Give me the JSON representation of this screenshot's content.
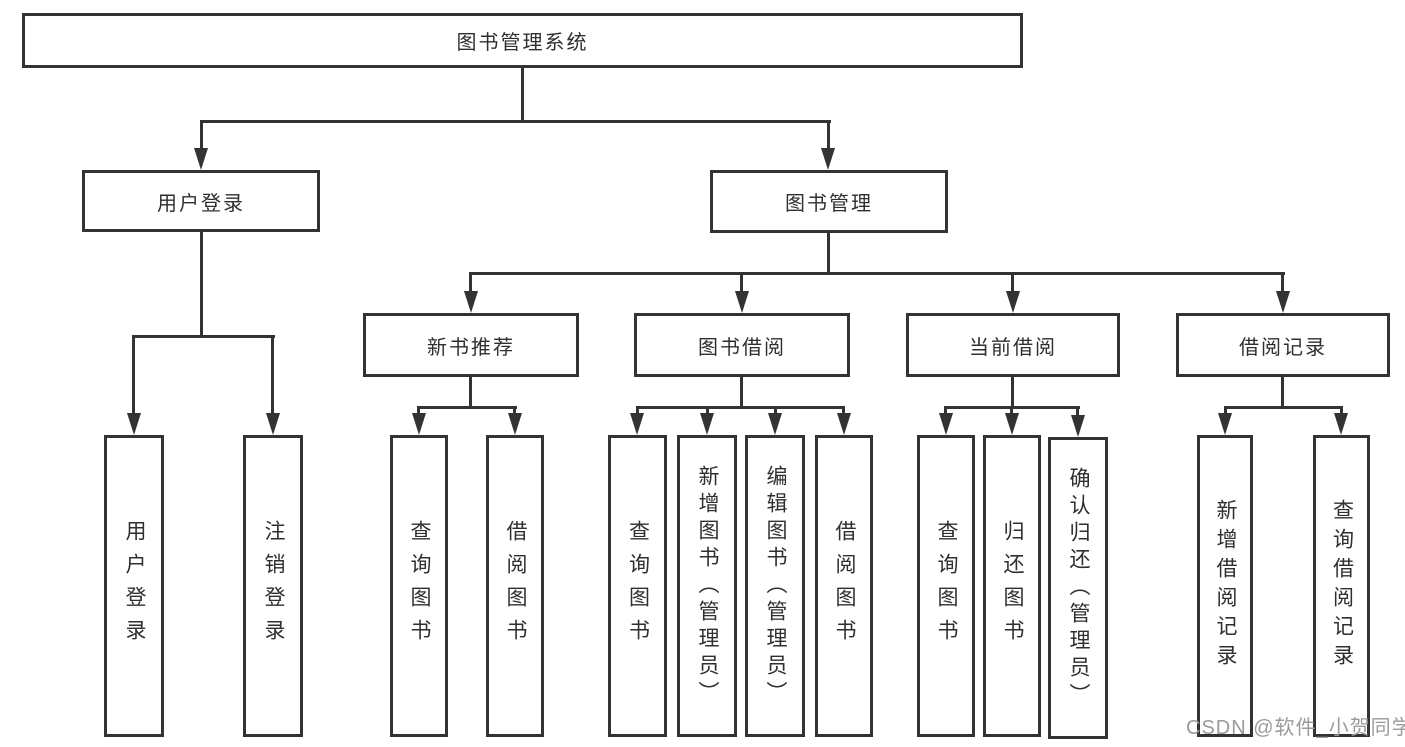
{
  "tree": {
    "root": "图书管理系统",
    "branches": [
      {
        "label": "用户登录",
        "children": [
          "用户登录",
          "注销登录"
        ]
      },
      {
        "label": "图书管理",
        "sections": [
          {
            "label": "新书推荐",
            "children": [
              "查询图书",
              "借阅图书"
            ]
          },
          {
            "label": "图书借阅",
            "children": [
              "查询图书",
              "新增图书（管理员）",
              "编辑图书（管理员）",
              "借阅图书"
            ]
          },
          {
            "label": "当前借阅",
            "children": [
              "查询图书",
              "归还图书",
              "确认归还（管理员）"
            ]
          },
          {
            "label": "借阅记录",
            "children": [
              "新增借阅记录",
              "查询借阅记录"
            ]
          }
        ]
      }
    ]
  },
  "watermark": "CSDN @软件_小贺同学",
  "colors": {
    "line": "#333333",
    "text": "#2f2f2f",
    "watermark": "#9b9b9b",
    "background": "#ffffff"
  }
}
